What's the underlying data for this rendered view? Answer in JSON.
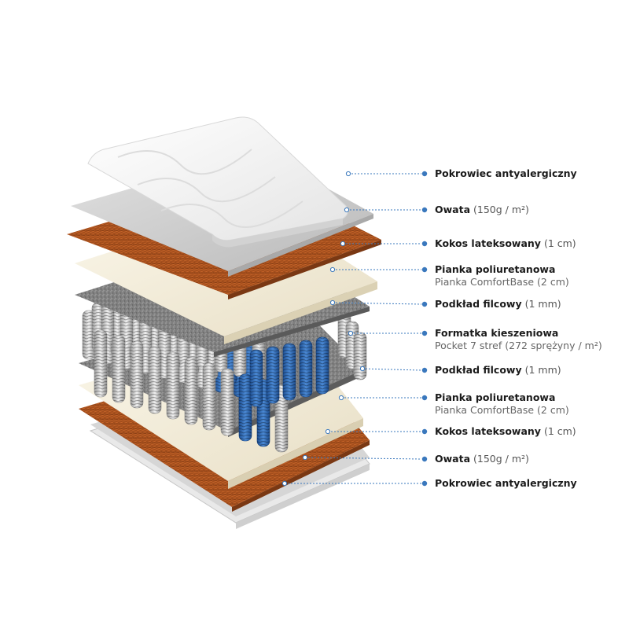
{
  "colors": {
    "leader": "#3a78bd",
    "cover": "#f4f4f4",
    "wadding": "#cfcfcf",
    "coconut": "#a9521e",
    "foam": "#f1ead6",
    "felt": "#7c7c7c",
    "spring_silver": "#d6d6d6",
    "spring_blue": "#2f6fbd"
  },
  "layers": [
    {
      "id": "top-cover",
      "label": "Pokrowiec antyalergiczny",
      "extra": "",
      "sub": ""
    },
    {
      "id": "top-wadding",
      "label": "Owata",
      "extra": "(150g / m²)",
      "sub": ""
    },
    {
      "id": "top-coconut",
      "label": "Kokos lateksowany",
      "extra": "(1 cm)",
      "sub": ""
    },
    {
      "id": "top-foam",
      "label": "Pianka poliuretanowa",
      "extra": "",
      "sub": "Pianka ComfortBase (2 cm)"
    },
    {
      "id": "top-felt",
      "label": "Podkład filcowy",
      "extra": "(1 mm)",
      "sub": ""
    },
    {
      "id": "pocket-core",
      "label": "Formatka kieszeniowa",
      "extra": "",
      "sub": "Pocket 7 stref (272 sprężyny / m²)"
    },
    {
      "id": "bottom-felt",
      "label": "Podkład filcowy",
      "extra": "(1 mm)",
      "sub": ""
    },
    {
      "id": "bottom-foam",
      "label": "Pianka poliuretanowa",
      "extra": "",
      "sub": "Pianka ComfortBase (2 cm)"
    },
    {
      "id": "bottom-coconut",
      "label": "Kokos lateksowany",
      "extra": "(1 cm)",
      "sub": ""
    },
    {
      "id": "bottom-wadding",
      "label": "Owata",
      "extra": "(150g / m²)",
      "sub": ""
    },
    {
      "id": "bottom-cover",
      "label": "Pokrowiec antyalergiczny",
      "extra": "",
      "sub": ""
    }
  ]
}
